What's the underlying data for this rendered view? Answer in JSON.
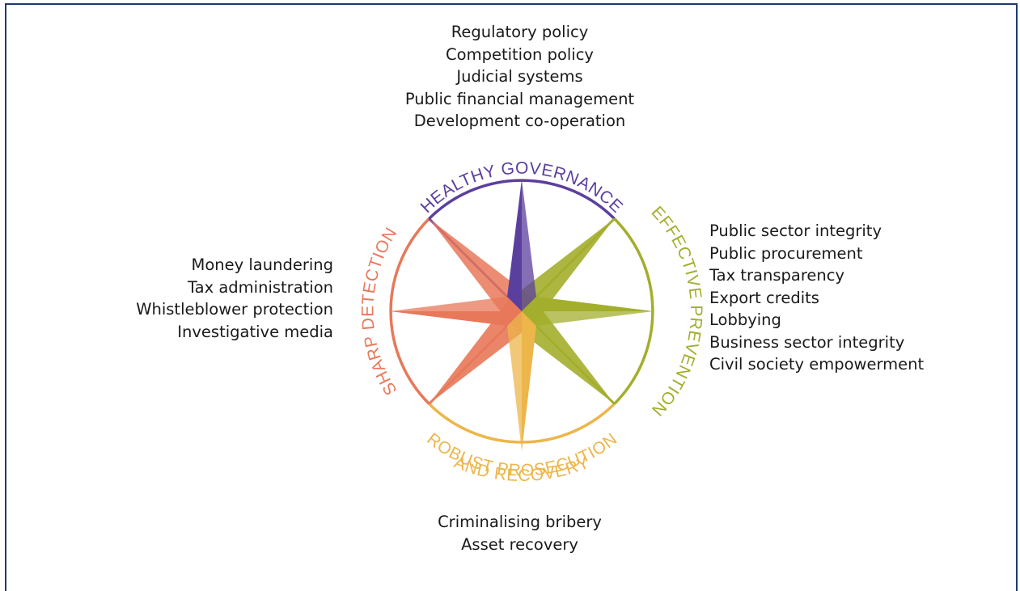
{
  "pillars": {
    "top": {
      "title": "HEALTHY GOVERNANCE",
      "color": "#5b3f9e",
      "items": [
        "Regulatory policy",
        "Competition policy",
        "Judicial systems",
        "Public financial management",
        "Development co-operation"
      ]
    },
    "right": {
      "title": "EFFECTIVE PREVENTION",
      "color": "#a3ae2c",
      "items": [
        "Public sector integrity",
        "Public procurement",
        "Tax transparency",
        "Export credits",
        "Lobbying",
        "Business sector integrity",
        "Civil society empowerment"
      ]
    },
    "bottom": {
      "title_line1": "ROBUST PROSECUTION",
      "title_line2": "AND RECOVERY",
      "color": "#ecb64a",
      "items": [
        "Criminalising bribery",
        "Asset recovery"
      ]
    },
    "left": {
      "title": "SHARP DETECTION",
      "color": "#e8785a",
      "items": [
        "Money laundering",
        "Tax administration",
        "Whistleblower protection",
        "Investigative media"
      ]
    }
  },
  "frame_color": "#1f3a6d"
}
